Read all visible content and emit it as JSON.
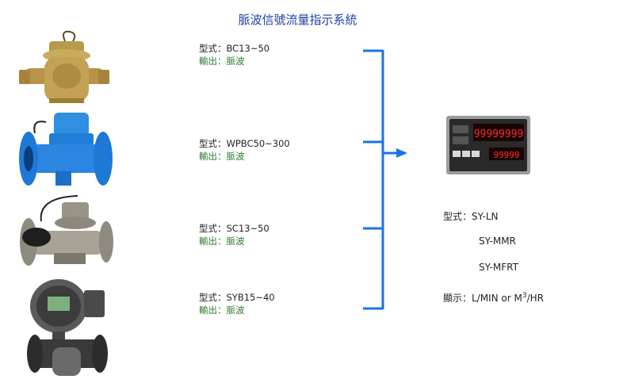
{
  "title": "脈波信號流量指示系統",
  "devices": [
    {
      "type": "型式：BC13~50",
      "output": "輸出：脈波",
      "icon": "brass-water-meter-icon"
    },
    {
      "type": "型式：WPBC50~300",
      "output": "輸出：脈波",
      "icon": "blue-flanged-flow-meter-icon"
    },
    {
      "type": "型式：SC13~50",
      "output": "輸出：脈波",
      "icon": "steel-flow-meter-icon"
    },
    {
      "type": "型式：SYB15~40",
      "output": "輸出：脈波",
      "icon": "electronic-flow-meter-icon"
    }
  ],
  "indicator": {
    "icon": "panel-meter-icon",
    "display_top": "99999999",
    "display_bottom": "99999",
    "model_label": "型式：SY-LN",
    "model_2": "SY-MMR",
    "model_3": "SY-MFRT",
    "display_label": "顯示：L/MIN or M",
    "display_sup": "3",
    "display_suffix": "/HR"
  },
  "colors": {
    "connector": "#1a73e8",
    "title": "#1f3fa0",
    "output_text": "#2e7d32",
    "display_red": "#ff2a2a"
  }
}
